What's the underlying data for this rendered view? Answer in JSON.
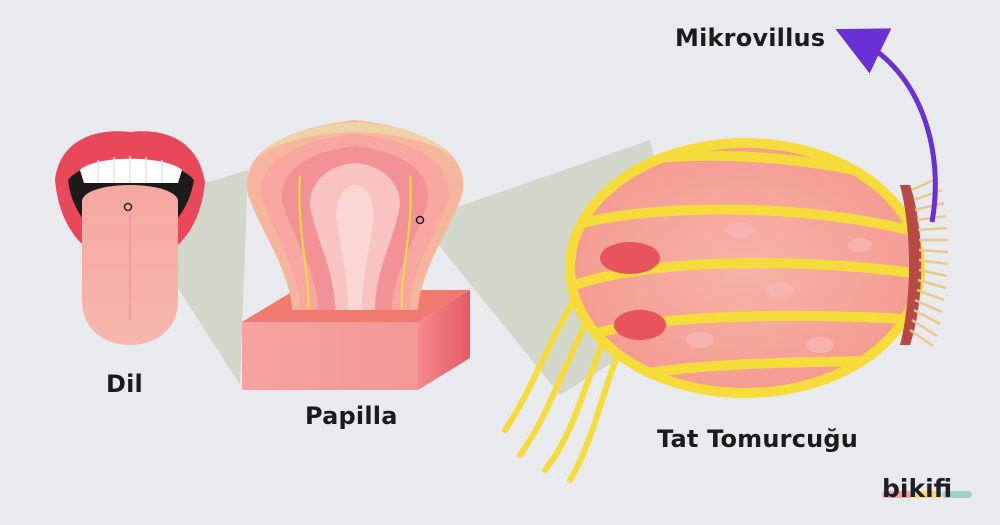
{
  "labels": {
    "tongue": "Dil",
    "papilla": "Papilla",
    "taste_bud": "Tat Tomurcuğu",
    "microvillus": "Mikrovillus"
  },
  "logo": {
    "text": "bikifi",
    "stripe_colors": [
      "#f4a3a3",
      "#f7d66a",
      "#9fd3c7"
    ]
  },
  "colors": {
    "background": "#e9eaee",
    "zoom_cone": "#cfd2c4",
    "tissue_pink": "#f29d9d",
    "tissue_light": "#f7c2be",
    "nerve_yellow": "#f5dc3b",
    "arrow_purple": "#6b2fd6",
    "lips": "#e9475a",
    "teeth": "#ffffff"
  }
}
